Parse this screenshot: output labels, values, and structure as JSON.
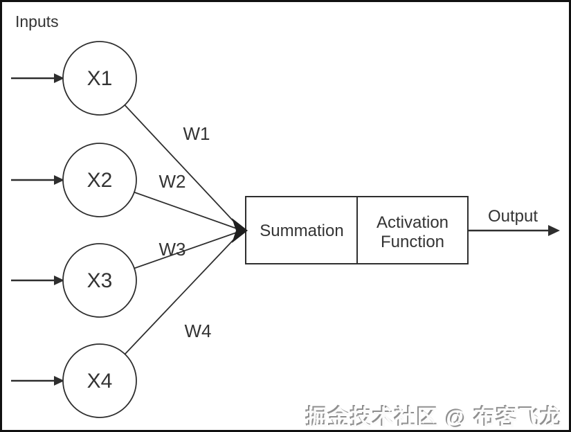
{
  "diagram": {
    "inputs_label": "Inputs",
    "nodes": [
      {
        "label": "X1",
        "weight": "W1"
      },
      {
        "label": "X2",
        "weight": "W2"
      },
      {
        "label": "X3",
        "weight": "W3"
      },
      {
        "label": "X4",
        "weight": "W4"
      }
    ],
    "summation_label": "Summation",
    "activation_label_line1": "Activation",
    "activation_label_line2": "Function",
    "output_label": "Output",
    "colors": {
      "line": "#2e2e2e",
      "text": "#333333",
      "background": "#ffffff",
      "frame": "#111111",
      "watermark_highlight": "#ffffff",
      "watermark_shadow": "#8f8f8f"
    }
  },
  "watermark_text": "掘金技术社区 @ 布客飞龙"
}
